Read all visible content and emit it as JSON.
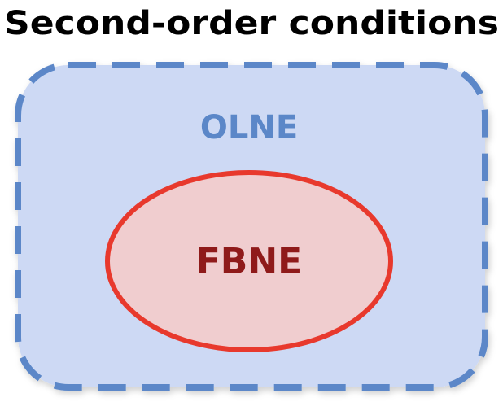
{
  "title": "Second-order conditions",
  "outer_set": {
    "label": "OLNE",
    "fill_color": "#cdd9f4",
    "stroke_color": "#5b87c8",
    "label_color": "#5b87c8"
  },
  "inner_set": {
    "label": "FBNE",
    "fill_color": "#f0cdcf",
    "stroke_color": "#e8392d",
    "label_color": "#8f1a1a"
  },
  "title_color": "#000000"
}
